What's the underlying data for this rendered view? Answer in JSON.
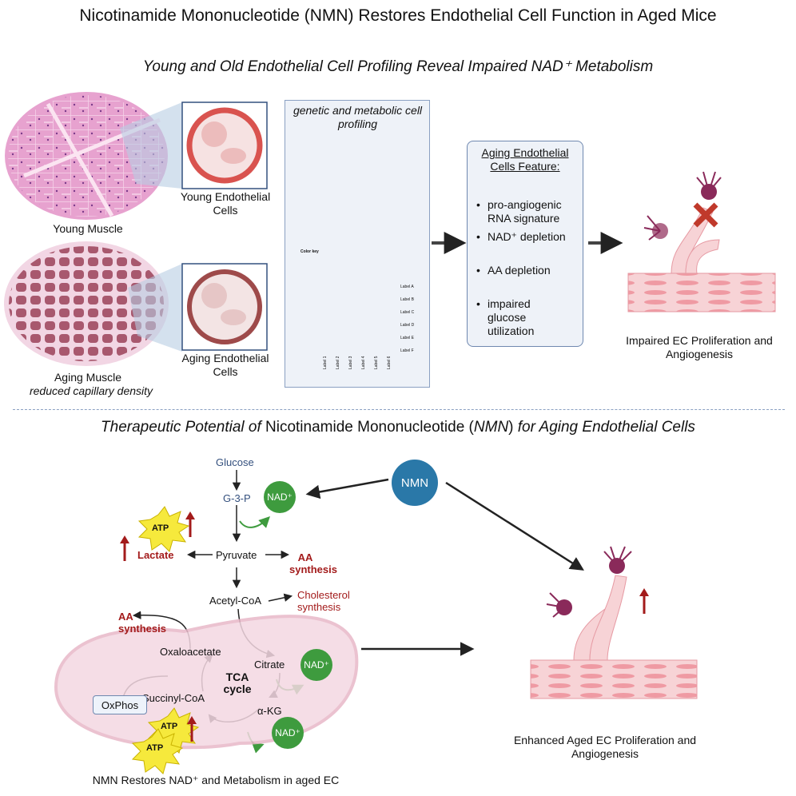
{
  "header": {
    "title": "Nicotinamide Mononucleotide (NMN) Restores Endothelial Cell Function in Aged Mice",
    "top_subtitle": "Young and Old Endothelial Cell Profiling Reveal Impaired NAD⁺ Metabolism"
  },
  "top": {
    "young_muscle": "Young Muscle",
    "young_cells": "Young Endothelial Cells",
    "aging_muscle": "Aging Muscle",
    "aging_note": "reduced capillary density",
    "aging_cells": "Aging Endothelial Cells",
    "profiling_title": "genetic and metabolic cell profiling",
    "color_key": "Color key",
    "heatmap_rows": [
      "Label A",
      "Label B",
      "Label C",
      "Label D",
      "Label E",
      "Label F"
    ],
    "heatmap_cols": [
      "Label 1",
      "Label 2",
      "Label 3",
      "Label 4",
      "Label 5",
      "Label 6"
    ],
    "feature_title": "Aging Endothelial Cells Feature:",
    "features": [
      "pro-angiogenic RNA signature",
      "NAD⁺ depletion",
      "AA depletion",
      "impaired glucose utilization"
    ],
    "outcome": "Impaired EC Proliferation and Angiogenesis"
  },
  "bottom": {
    "subtitle_italic_1": "Therapeutic Potential of",
    "subtitle_plain_1": "Nicotinamide Mononucleotide (",
    "subtitle_italic_2": "NMN",
    "subtitle_plain_2": ")",
    "subtitle_italic_3": "for Aging Endothelial Cells",
    "glucose": "Glucose",
    "g3p": "G-3-P",
    "nad": "NAD⁺",
    "nmn": "NMN",
    "atp": "ATP",
    "lactate": "Lactate",
    "pyruvate": "Pyruvate",
    "aa_synthesis_1": "AA synthesis",
    "acetyl_coa": "Acetyl-CoA",
    "cholesterol": "Cholesterol synthesis",
    "aa_synthesis_2": "AA synthesis",
    "oxaloacetate": "Oxaloacetate",
    "citrate": "Citrate",
    "tca": "TCA cycle",
    "succinyl": "Succinyl-CoA",
    "akg": "α-KG",
    "oxphos": "OxPhos",
    "caption": "NMN Restores NAD⁺ and Metabolism in aged EC",
    "outcome": "Enhanced Aged EC Proliferation and Angiogenesis"
  },
  "colors": {
    "muscle": "#e7a2cf",
    "cell_border": "#d9534f",
    "nad_green": "#3e9b3e",
    "nmn_blue": "#2a78a8",
    "accent_red": "#a31b1b",
    "vessel": "#f3c4c4"
  }
}
